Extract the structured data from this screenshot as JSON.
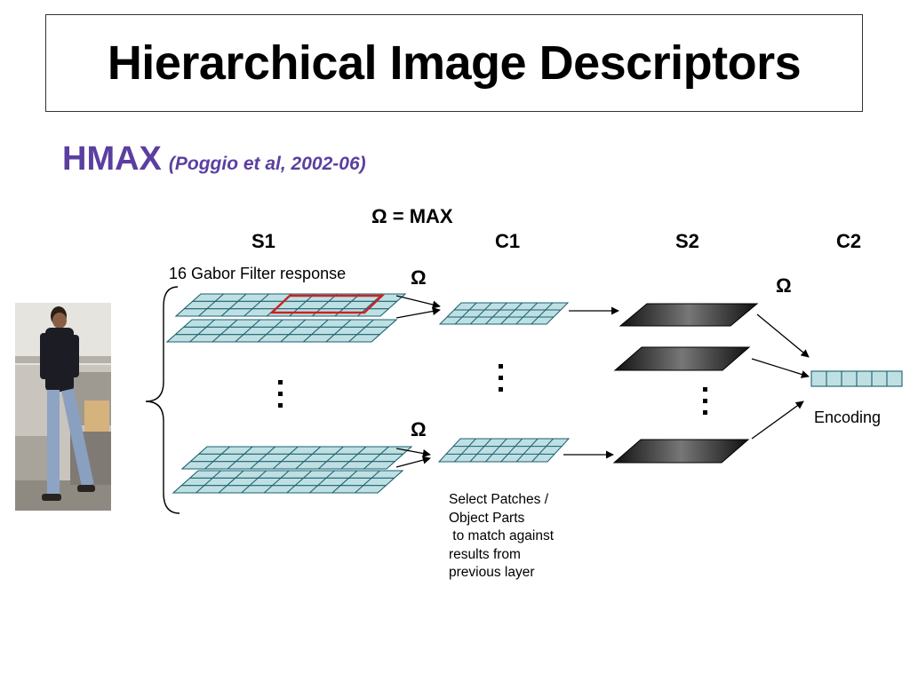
{
  "title": "Hierarchical Image Descriptors",
  "subtitle": {
    "main": "HMAX",
    "citation": "(Poggio et al, 2002-06)"
  },
  "legend": {
    "omega_def": "Ω = MAX"
  },
  "stages": {
    "s1": "S1",
    "c1": "C1",
    "s2": "S2",
    "c2": "C2"
  },
  "labels": {
    "gabor": "16 Gabor Filter response",
    "omega": "Ω",
    "encoding": "Encoding",
    "note": "Select Patches /\nObject Parts\n to match against\nresults from\nprevious layer"
  },
  "colors": {
    "subtitle": "#5b3fa0",
    "grid_fill": "#bfe0e3",
    "grid_line": "#1a5f70",
    "highlight": "#cc2222"
  }
}
